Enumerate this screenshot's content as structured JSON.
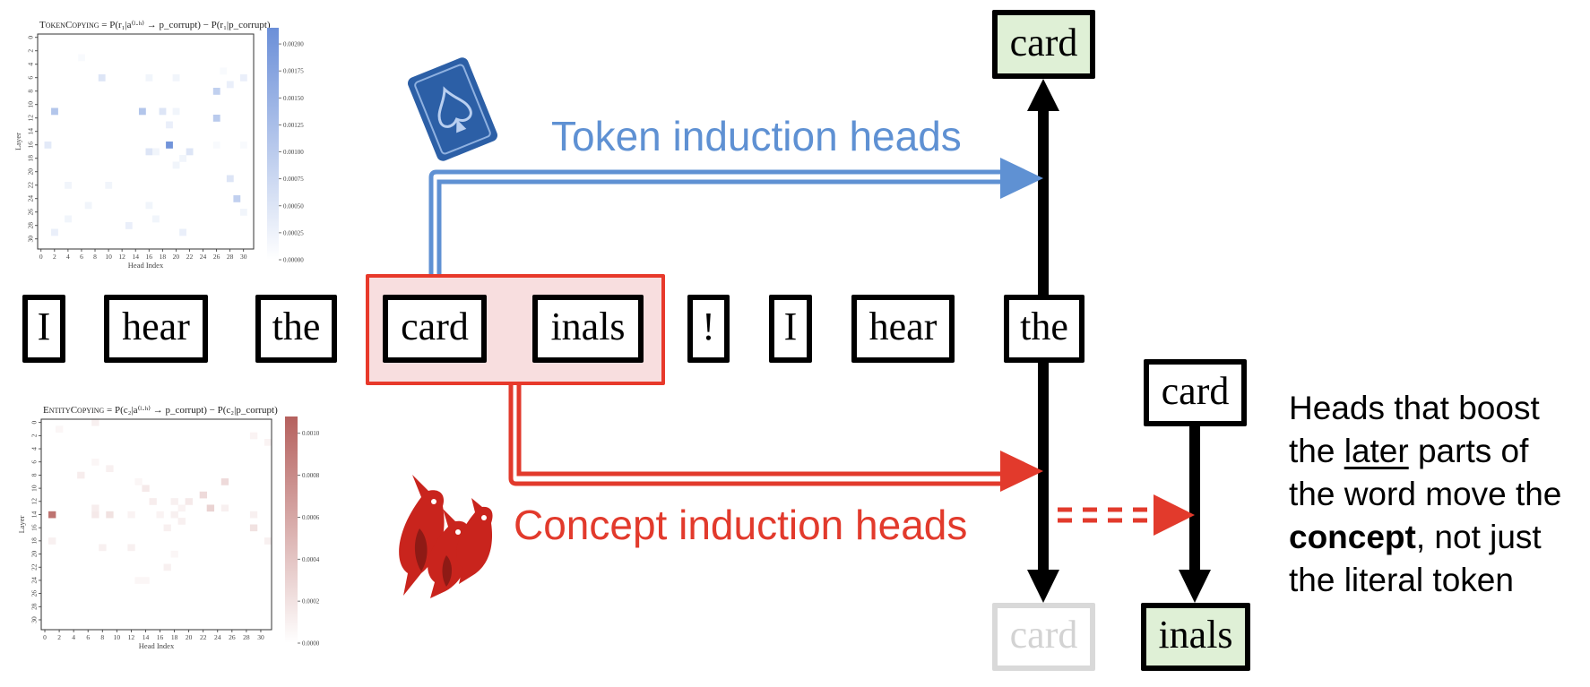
{
  "tokens": [
    "I",
    "hear",
    "the",
    "card",
    "inals",
    "!",
    "I",
    "hear",
    "the"
  ],
  "highlighted_tokens": [
    "card",
    "inals"
  ],
  "outputs": {
    "token_head_output": "card",
    "concept_next_input": "card",
    "ghost_output": "card",
    "concept_output": "inals"
  },
  "labels": {
    "token_induction": "Token induction heads",
    "concept_induction": "Concept induction heads"
  },
  "annotation": {
    "line1": "Heads that boost",
    "line2_pre": "the ",
    "line2_underlined": "later",
    "line2_post": " parts of",
    "line3": "the word move the",
    "line4_bold": "concept",
    "line4_post": ", not just",
    "line5": "the literal token"
  },
  "icons": {
    "token_icon": "playing-card-icon",
    "concept_icon": "cardinal-birds-icon"
  },
  "colors": {
    "token_blue": "#5f91d3",
    "concept_red": "#e23a2c",
    "highlight_fill": "#f8dedf",
    "output_green": "#dff0d6",
    "ghost_gray": "#d9d9d9"
  },
  "chart_data": [
    {
      "type": "heatmap",
      "title_smallcaps": "TokenCopying",
      "title_formula": "= P(r₁|a⁽ˡ·ʰ⁾ → p_corrupt) − P(r₁|p_corrupt)",
      "xlabel": "Head Index",
      "ylabel": "Layer",
      "x_ticks": [
        "0",
        "2",
        "4",
        "6",
        "8",
        "10",
        "12",
        "14",
        "16",
        "18",
        "20",
        "22",
        "24",
        "26",
        "28",
        "30"
      ],
      "y_ticks": [
        "0",
        "2",
        "4",
        "6",
        "8",
        "10",
        "12",
        "14",
        "16",
        "18",
        "20",
        "22",
        "24",
        "26",
        "28",
        "30"
      ],
      "n_layers": 32,
      "n_heads": 32,
      "colorbar_ticks": [
        "0.00000",
        "0.00025",
        "0.00050",
        "0.00075",
        "0.00100",
        "0.00125",
        "0.00150",
        "0.00175",
        "0.00200"
      ],
      "vmin": 0,
      "vmax": 0.00215,
      "color": "#6b8fd8",
      "cells": [
        [
          16,
          19,
          0.00205
        ],
        [
          11,
          2,
          0.0011
        ],
        [
          11,
          15,
          0.0011
        ],
        [
          12,
          26,
          0.001
        ],
        [
          8,
          26,
          0.0009
        ],
        [
          24,
          29,
          0.0009
        ],
        [
          11,
          18,
          0.0005
        ],
        [
          6,
          9,
          0.0005
        ],
        [
          21,
          28,
          0.0005
        ],
        [
          17,
          16,
          0.0005
        ],
        [
          17,
          22,
          0.0005
        ],
        [
          16,
          1,
          0.0004
        ],
        [
          6,
          30,
          0.0003
        ],
        [
          7,
          28,
          0.0003
        ],
        [
          11,
          20,
          0.0002
        ],
        [
          13,
          19,
          0.0003
        ],
        [
          29,
          2,
          0.0003
        ],
        [
          29,
          21,
          0.0003
        ],
        [
          28,
          13,
          0.0003
        ],
        [
          25,
          7,
          0.0002
        ],
        [
          26,
          30,
          0.0002
        ],
        [
          6,
          16,
          0.0002
        ],
        [
          6,
          20,
          0.0002
        ],
        [
          18,
          21,
          0.0002
        ],
        [
          19,
          20,
          0.0002
        ],
        [
          27,
          4,
          0.0002
        ],
        [
          27,
          17,
          0.0002
        ],
        [
          22,
          4,
          0.0002
        ],
        [
          22,
          10,
          0.0002
        ],
        [
          3,
          6,
          0.0001
        ],
        [
          5,
          27,
          0.0001
        ],
        [
          17,
          17,
          0.0002
        ],
        [
          16,
          26,
          0.0001
        ],
        [
          16,
          30,
          0.0001
        ],
        [
          25,
          16,
          0.0002
        ]
      ]
    },
    {
      "type": "heatmap",
      "title_smallcaps": "EntityCopying",
      "title_formula": "= P(c₂|a⁽ˡ·ʰ⁾ → p_corrupt) − P(c₂|p_corrupt)",
      "xlabel": "Head Index",
      "ylabel": "Layer",
      "x_ticks": [
        "0",
        "2",
        "4",
        "6",
        "8",
        "10",
        "12",
        "14",
        "16",
        "18",
        "20",
        "22",
        "24",
        "26",
        "28",
        "30"
      ],
      "y_ticks": [
        "0",
        "2",
        "4",
        "6",
        "8",
        "10",
        "12",
        "14",
        "16",
        "18",
        "20",
        "22",
        "24",
        "26",
        "28",
        "30"
      ],
      "n_layers": 32,
      "n_heads": 32,
      "colorbar_ticks": [
        "0.0000",
        "0.0002",
        "0.0004",
        "0.0006",
        "0.0008",
        "0.0010"
      ],
      "vmin": 0,
      "vmax": 0.00108,
      "color": "#b5615e",
      "cells": [
        [
          14,
          1,
          0.00095
        ],
        [
          13,
          23,
          0.0003
        ],
        [
          11,
          22,
          0.00025
        ],
        [
          9,
          25,
          0.00025
        ],
        [
          14,
          9,
          0.0002
        ],
        [
          16,
          29,
          0.0002
        ],
        [
          14,
          7,
          0.00015
        ],
        [
          13,
          7,
          0.00012
        ],
        [
          8,
          5,
          0.00012
        ],
        [
          10,
          14,
          0.00015
        ],
        [
          12,
          15,
          0.00012
        ],
        [
          12,
          20,
          0.00015
        ],
        [
          12,
          18,
          0.0001
        ],
        [
          14,
          18,
          0.0001
        ],
        [
          16,
          17,
          0.0001
        ],
        [
          15,
          19,
          0.0001
        ],
        [
          22,
          17,
          0.0001
        ],
        [
          18,
          1,
          0.0001
        ],
        [
          18,
          31,
          0.0001
        ],
        [
          19,
          8,
          0.0001
        ],
        [
          19,
          12,
          0.0001
        ],
        [
          0,
          7,
          0.0001
        ],
        [
          7,
          9,
          0.0001
        ],
        [
          13,
          25,
          0.0001
        ],
        [
          14,
          29,
          0.0001
        ],
        [
          13,
          19,
          8e-05
        ],
        [
          14,
          12,
          8e-05
        ],
        [
          14,
          16,
          8e-05
        ],
        [
          2,
          29,
          8e-05
        ],
        [
          3,
          31,
          8e-05
        ],
        [
          1,
          2,
          6e-05
        ],
        [
          6,
          7,
          6e-05
        ],
        [
          24,
          13,
          6e-05
        ],
        [
          24,
          14,
          6e-05
        ],
        [
          20,
          18,
          6e-05
        ],
        [
          9,
          13,
          6e-05
        ]
      ]
    }
  ]
}
